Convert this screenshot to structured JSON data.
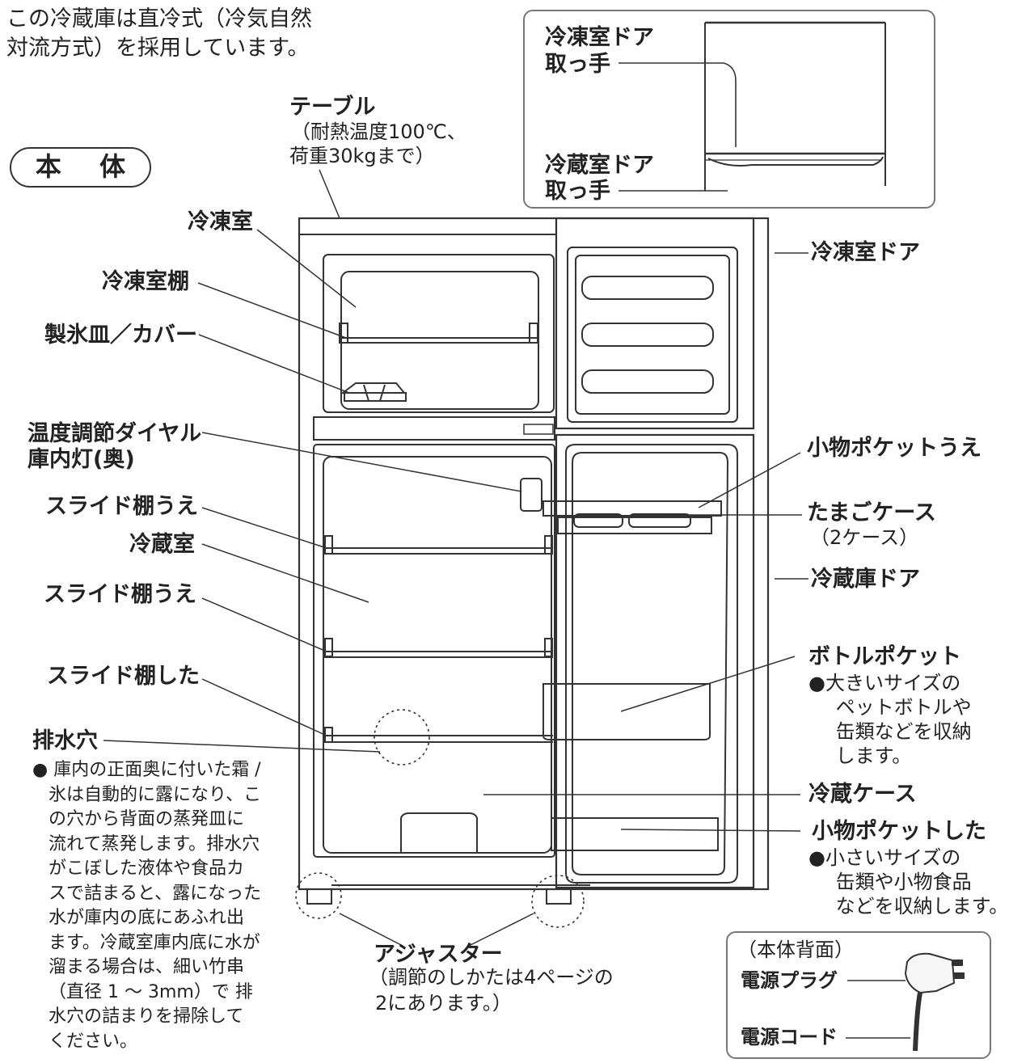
{
  "intro": {
    "line1": "この冷蔵庫は直冷式（冷気自然",
    "line2": "対流方式）を採用しています。"
  },
  "section_label": "本 体",
  "inset_top": {
    "freezer_handle_1": "冷凍室ドア",
    "freezer_handle_2": "取っ手",
    "fridge_handle_1": "冷蔵室ドア",
    "fridge_handle_2": "取っ手"
  },
  "table": {
    "title": "テーブル",
    "note1": "（耐熱温度100℃、",
    "note2": "荷重30kgまで）"
  },
  "left_labels": {
    "freezer": "冷凍室",
    "freezer_shelf": "冷凍室棚",
    "ice_tray": "製氷皿／カバー",
    "dial_1": "温度調節ダイヤル",
    "dial_2": "庫内灯(奥)",
    "slide_upper_1": "スライド棚うえ",
    "fridge_room": "冷蔵室",
    "slide_upper_2": "スライド棚うえ",
    "slide_lower": "スライド棚した",
    "drain": "排水穴"
  },
  "drain_note": [
    "● 庫内の正面奥に付いた霜 /",
    "氷は自動的に露になり、こ",
    "の穴から背面の蒸発皿に",
    "流れて蒸発します。排水穴",
    "がこぼした液体や食品カ",
    "スで詰まると、露になった",
    "水が庫内の底にあふれ出",
    "ます。冷蔵室庫内底に水が",
    "溜まる場合は、細い竹串",
    "（直径 1 ～ 3mm）で 排",
    "水穴の詰まりを掃除して",
    "ください。"
  ],
  "right_labels": {
    "freezer_door": "冷凍室ドア",
    "pocket_upper": "小物ポケットうえ",
    "egg_case": "たまごケース",
    "egg_case_note": "（2ケース）",
    "fridge_door": "冷蔵庫ドア",
    "bottle_pocket": "ボトルポケット",
    "bottle_note": [
      "●大きいサイズの",
      "ペットボトルや",
      "缶類などを収納",
      "します。"
    ],
    "fridge_case": "冷蔵ケース",
    "pocket_lower": "小物ポケットした",
    "pocket_lower_note": [
      "●小さいサイズの",
      "缶類や小物食品",
      "などを収納します。"
    ]
  },
  "adjuster": {
    "title": "アジャスター",
    "note1": "（調節のしかたは4ページの",
    "note2": "2にあります。）"
  },
  "inset_bottom": {
    "header": "（本体背面）",
    "plug": "電源プラグ",
    "cord": "電源コード"
  }
}
